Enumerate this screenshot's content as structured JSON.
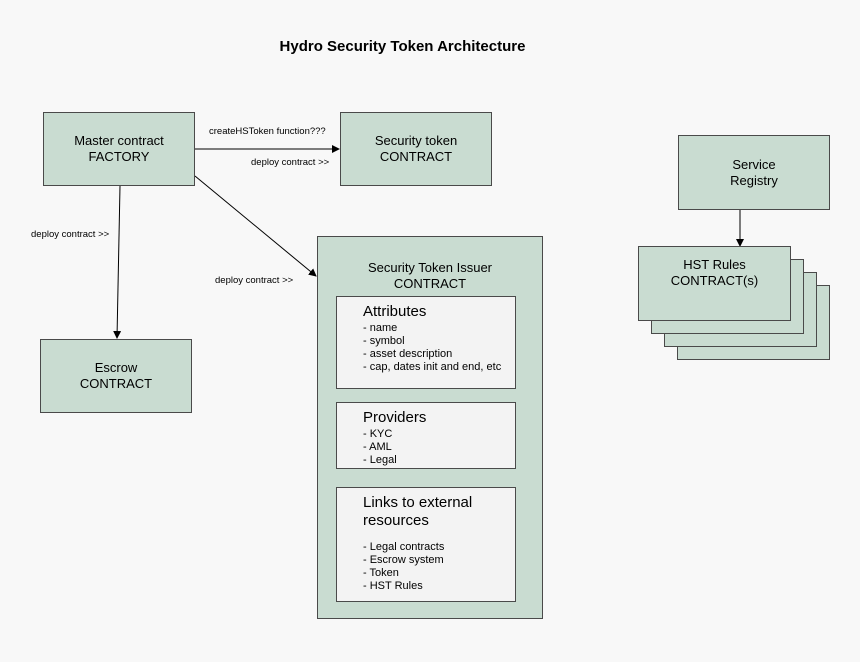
{
  "title": "Hydro Security Token Architecture",
  "nodes": {
    "master": {
      "line1": "Master contract",
      "line2": "FACTORY"
    },
    "security_token": {
      "line1": "Security token",
      "line2": "CONTRACT"
    },
    "service_registry": {
      "line1": "Service",
      "line2": "Registry"
    },
    "hst_rules": {
      "line1": "HST Rules",
      "line2": "CONTRACT(s)"
    },
    "escrow": {
      "line1": "Escrow",
      "line2": "CONTRACT"
    },
    "issuer": {
      "line1": "Security Token Issuer",
      "line2": "CONTRACT",
      "sections": {
        "attributes": {
          "heading": "Attributes",
          "items": [
            "- name",
            "- symbol",
            "- asset description",
            "- cap, dates init and end, etc"
          ]
        },
        "providers": {
          "heading": "Providers",
          "items": [
            "- KYC",
            "- AML",
            "- Legal"
          ]
        },
        "links": {
          "heading_line1": "Links to external",
          "heading_line2": "resources",
          "items": [
            "- Legal contracts",
            "- Escrow system",
            "- Token",
            "- HST Rules"
          ]
        }
      }
    }
  },
  "edge_labels": {
    "create_function": "createHSToken function???",
    "deploy_to_token": "deploy contract >>",
    "deploy_to_escrow": "deploy contract >>",
    "deploy_to_issuer": "deploy contract >>"
  },
  "colors": {
    "box_fill": "#c9dcd1",
    "inner_fill": "#f3f3f3",
    "border": "#4a4a4a",
    "background": "#f8f8f8"
  }
}
